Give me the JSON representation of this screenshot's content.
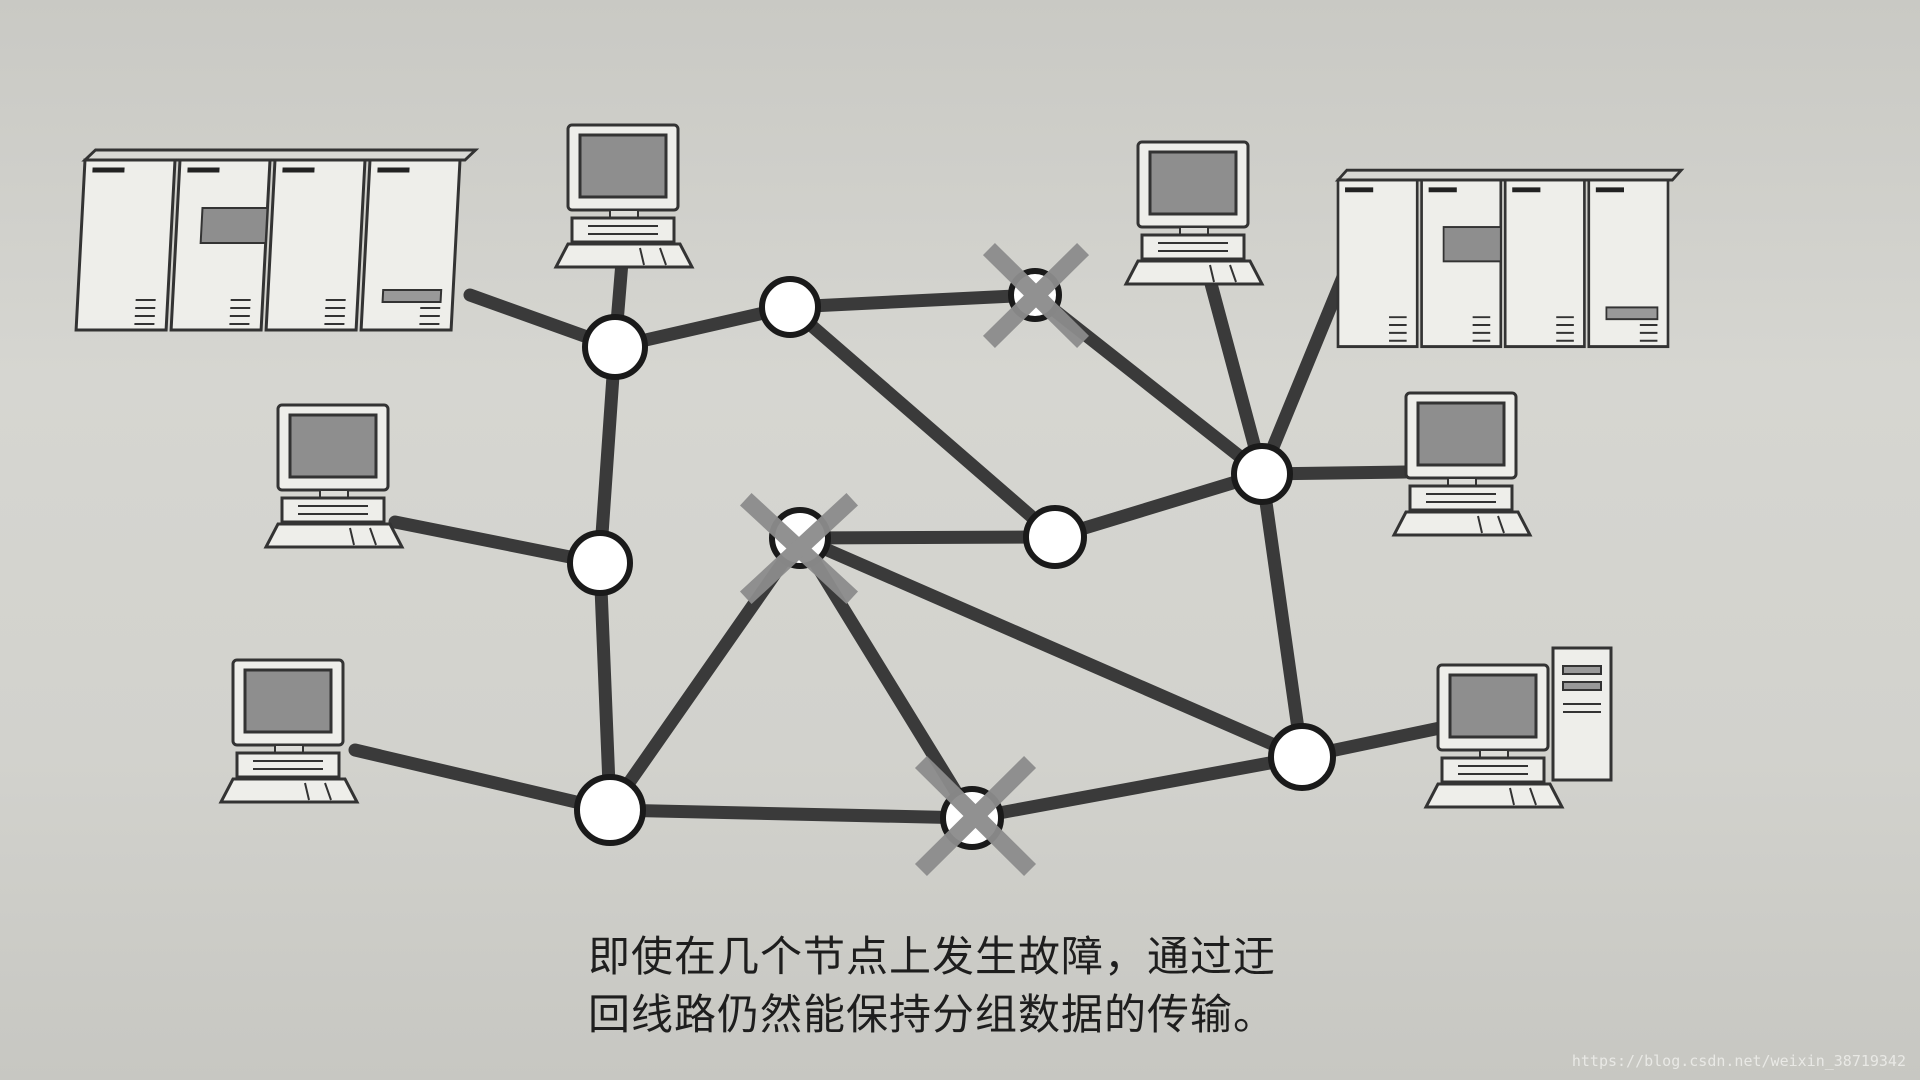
{
  "diagram": {
    "nodes": [
      {
        "id": "n1",
        "state": "ok"
      },
      {
        "id": "n2",
        "state": "ok"
      },
      {
        "id": "n3",
        "state": "failed"
      },
      {
        "id": "n4",
        "state": "ok"
      },
      {
        "id": "n5",
        "state": "failed"
      },
      {
        "id": "n6",
        "state": "ok"
      },
      {
        "id": "n7",
        "state": "ok"
      },
      {
        "id": "n8",
        "state": "failed"
      },
      {
        "id": "n9",
        "state": "ok"
      },
      {
        "id": "n10",
        "state": "ok"
      }
    ],
    "links": [
      [
        "n1",
        "n2"
      ],
      [
        "n1",
        "n4"
      ],
      [
        "n2",
        "n3"
      ],
      [
        "n2",
        "n6"
      ],
      [
        "n3",
        "n9"
      ],
      [
        "n4",
        "n7"
      ],
      [
        "n5",
        "n6"
      ],
      [
        "n5",
        "n7"
      ],
      [
        "n5",
        "n8"
      ],
      [
        "n5",
        "n10"
      ],
      [
        "n6",
        "n9"
      ],
      [
        "n7",
        "n8"
      ],
      [
        "n8",
        "n10"
      ],
      [
        "n9",
        "n10"
      ]
    ],
    "devices": [
      {
        "type": "mainframe",
        "attached_to": "n1"
      },
      {
        "type": "computer",
        "attached_to": "n1"
      },
      {
        "type": "computer",
        "attached_to": "n4"
      },
      {
        "type": "computer",
        "attached_to": "n7"
      },
      {
        "type": "computer",
        "attached_to": "n9"
      },
      {
        "type": "mainframe",
        "attached_to": "n9"
      },
      {
        "type": "computer",
        "attached_to": "n9"
      },
      {
        "type": "tower-computer",
        "attached_to": "n10"
      }
    ],
    "colors": {
      "link": "#3a3a3a",
      "node_fill": "#ffffff",
      "failure_mark": "#8c8c8c",
      "device_body": "#eeeeea",
      "screen": "#8e8e8e"
    }
  },
  "caption": {
    "line1": "即使在几个节点上发生故障，通过迂",
    "line2": "回线路仍然能保持分组数据的传输。"
  },
  "watermark": "https://blog.csdn.net/weixin_38719342"
}
